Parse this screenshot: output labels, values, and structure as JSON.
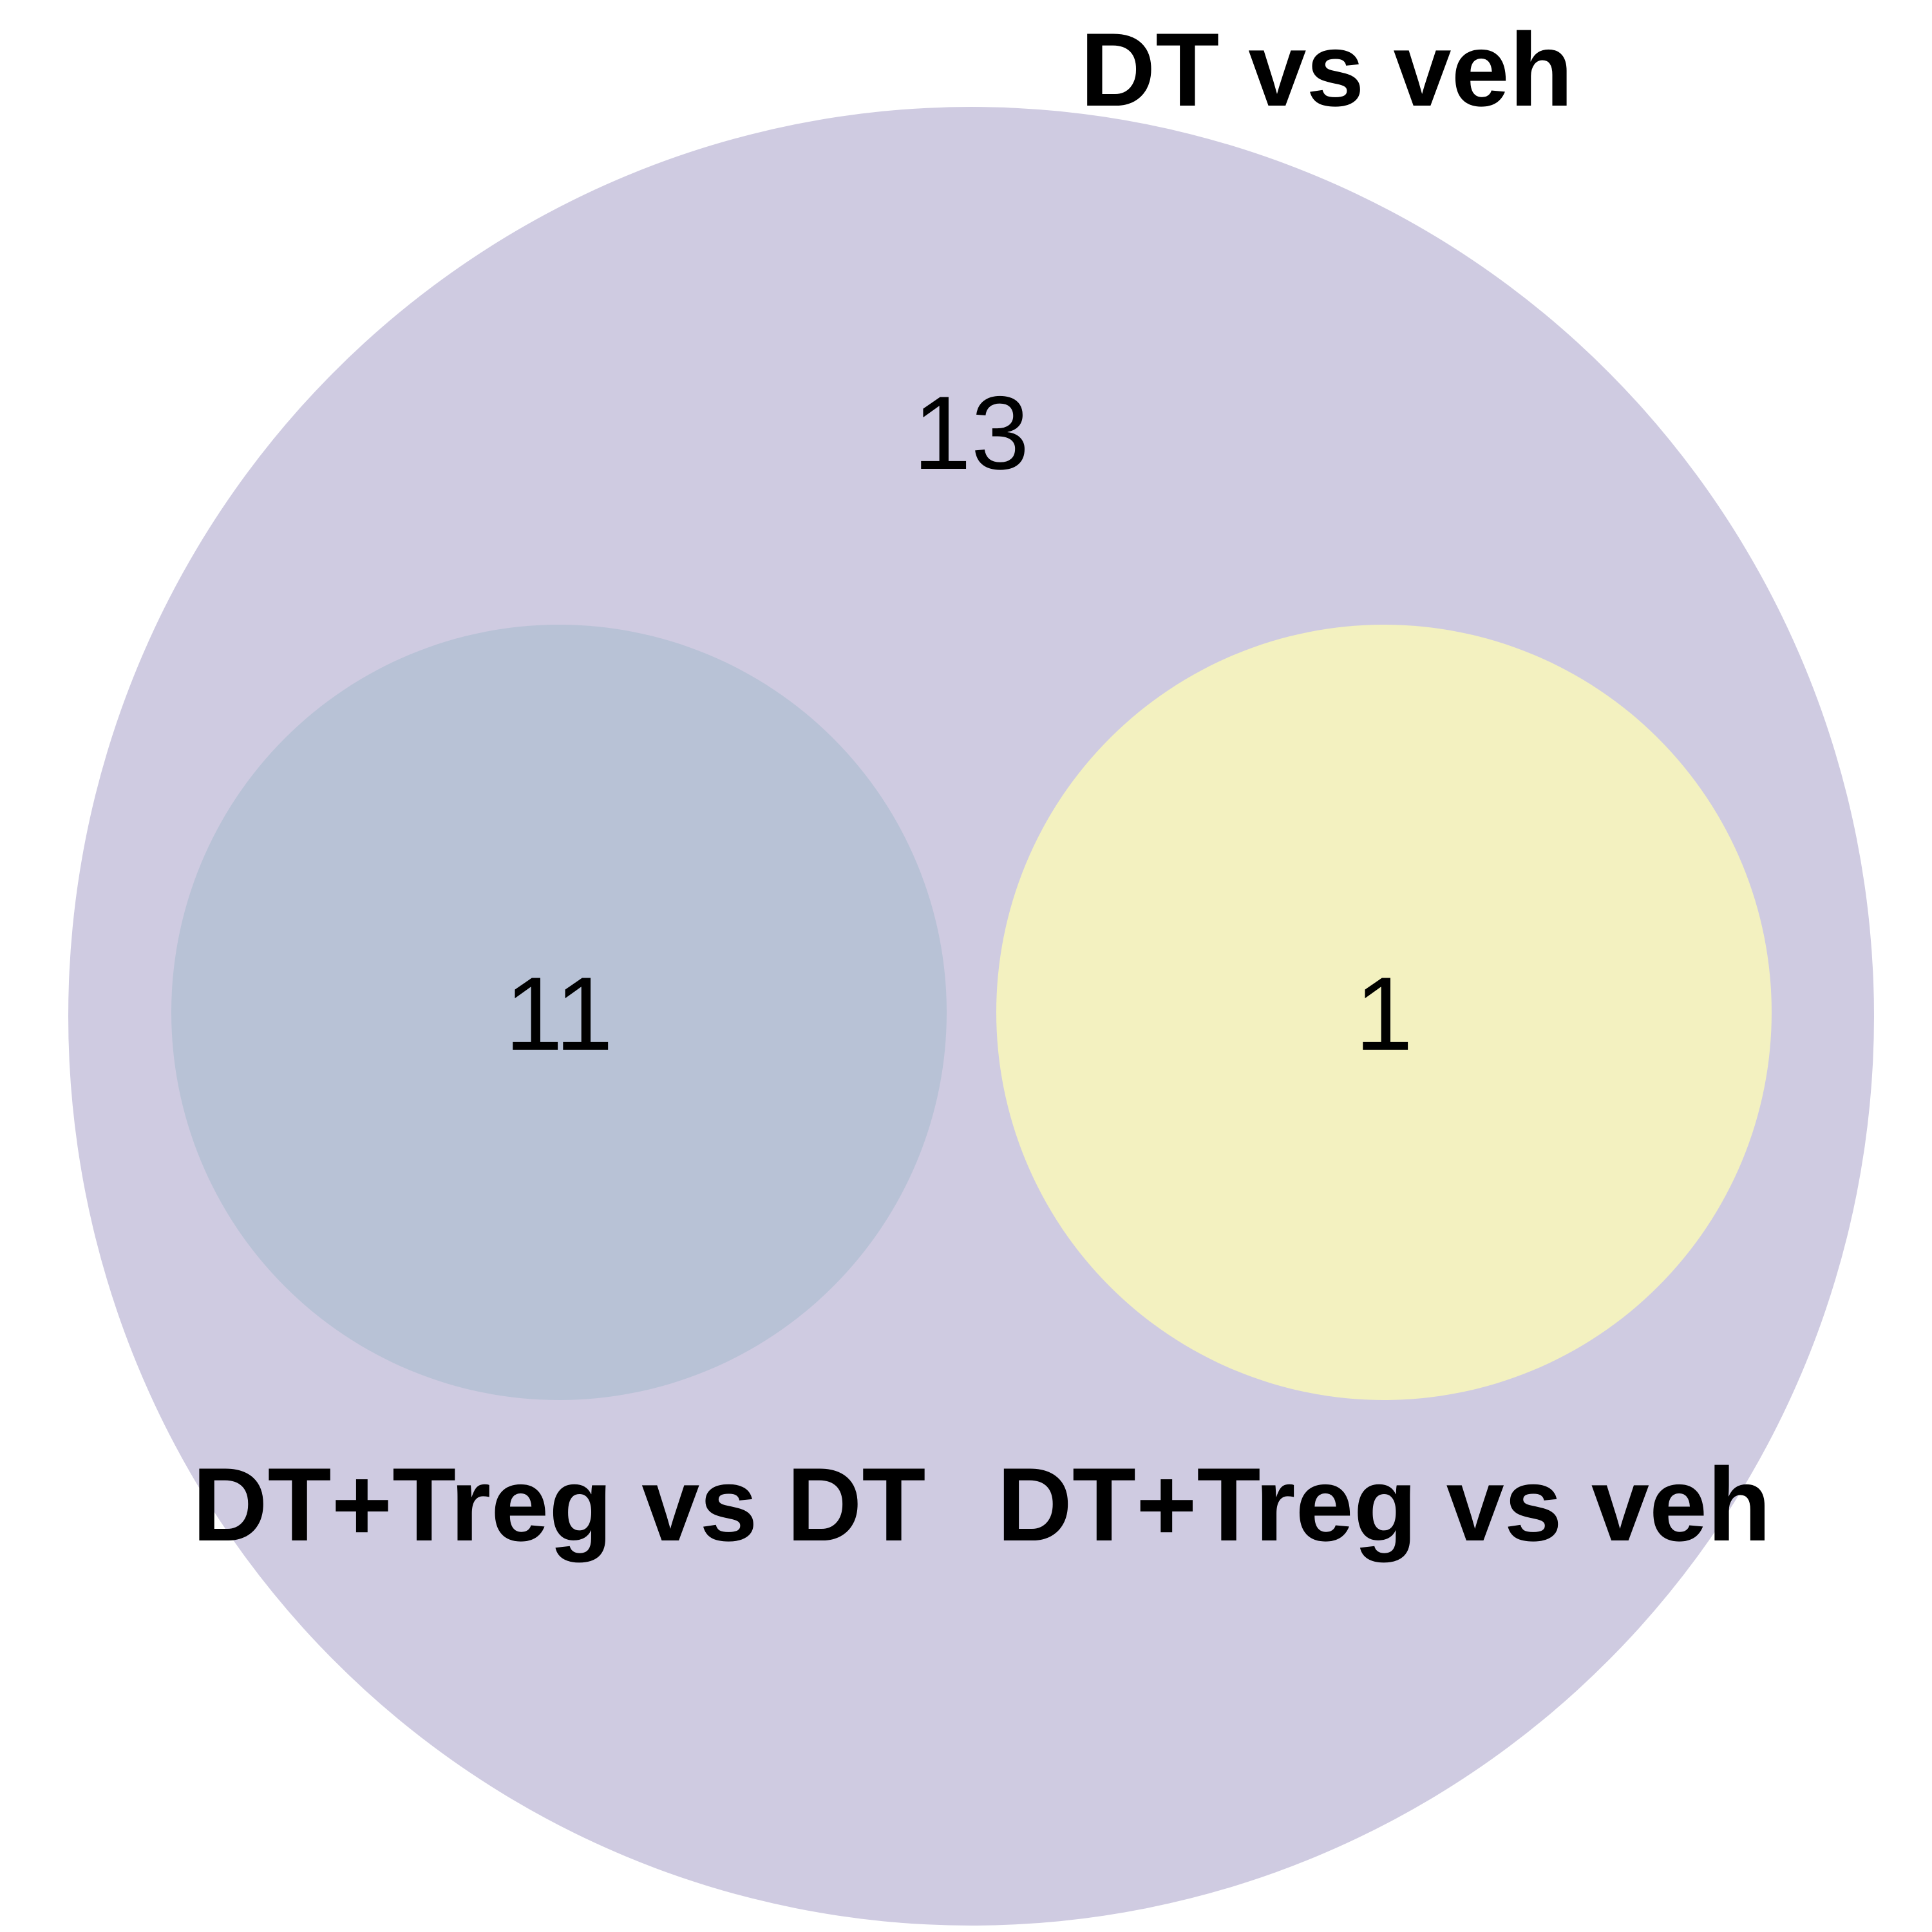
{
  "sets": [
    {
      "name": "DT vs veh",
      "count": "13",
      "color": "#cfcbe1"
    },
    {
      "name": "DT+Treg vs DT",
      "count": "11",
      "color": "#b8c2d6"
    },
    {
      "name": "DT+Treg vs veh",
      "count": "1",
      "color": "#f3f1c0"
    }
  ]
}
